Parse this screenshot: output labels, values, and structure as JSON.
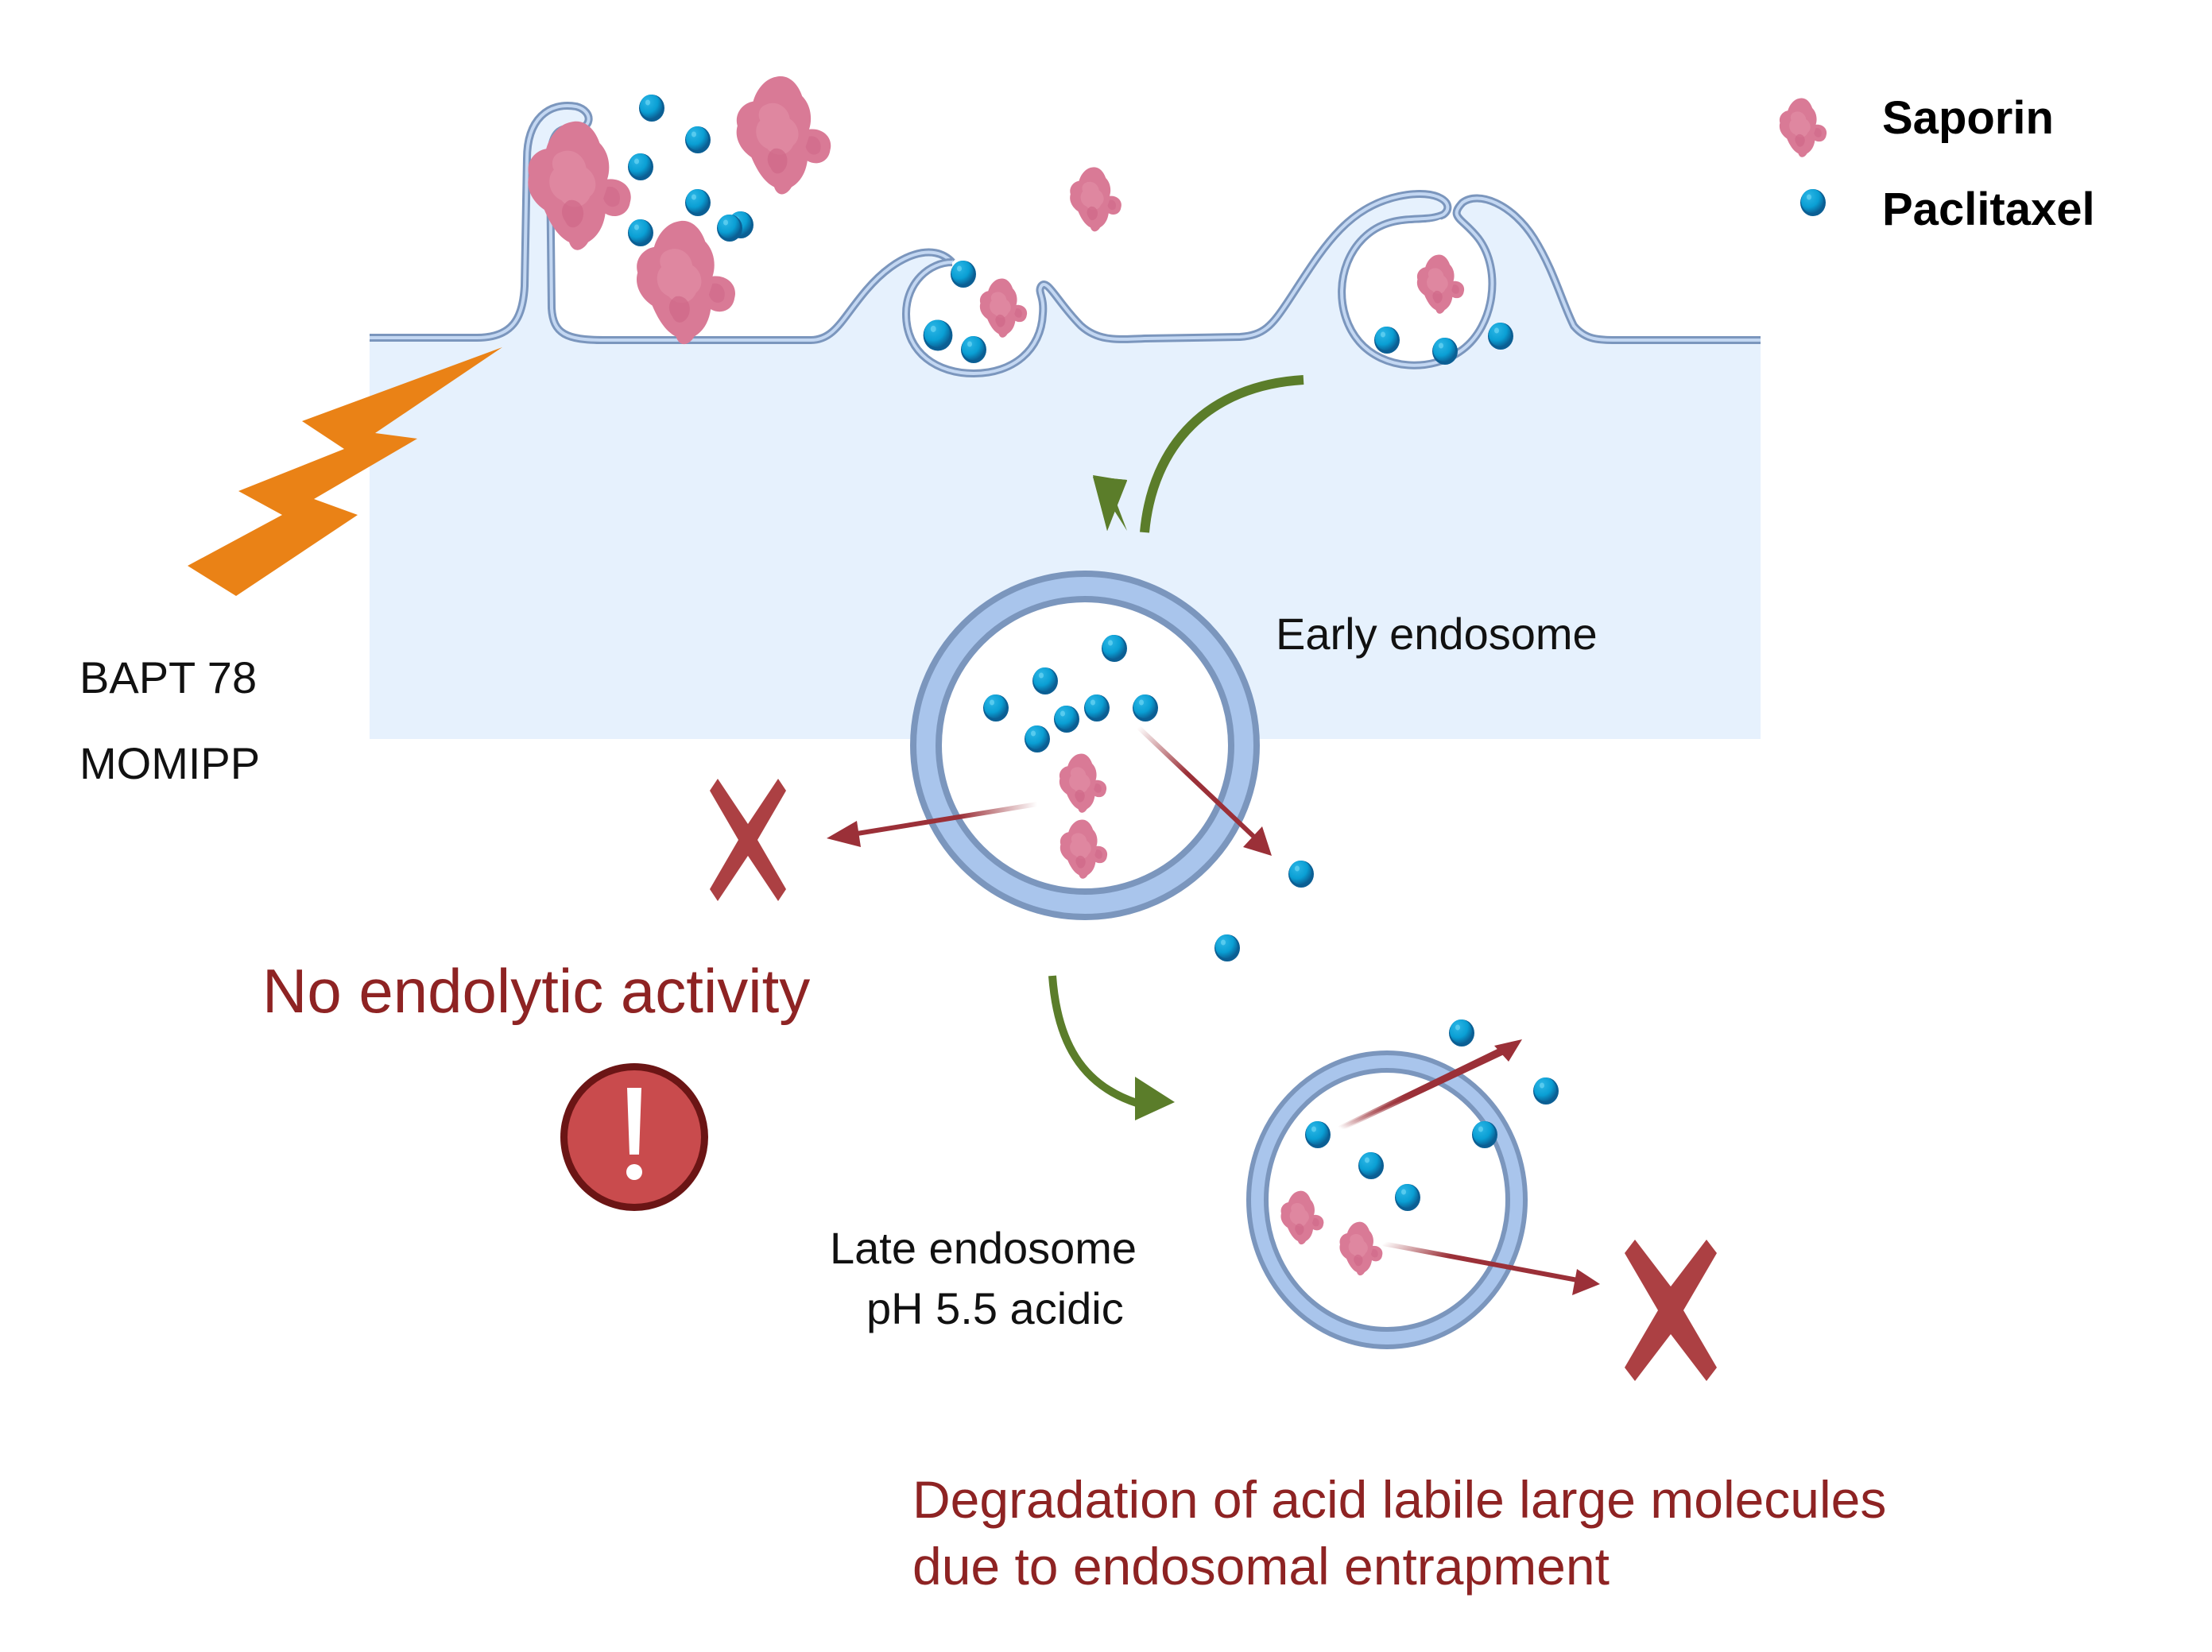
{
  "colors": {
    "cytoplasm": "#e6f1fd",
    "membrane_outer": "#7b96bd",
    "membrane_inner": "#a9c5ec",
    "saporin": "#d97a96",
    "saporin_dark": "#cf6888",
    "paclitaxel": "#0a9fd4",
    "paclitaxel_dark": "#0b5f94",
    "pathway_arrow": "#5b7d2a",
    "release_arrow": "#9b3038",
    "x_mark": "#ac4043",
    "alert_fill": "#c94b4d",
    "alert_border": "#6b1515",
    "lightning": "#ea8216",
    "caption_red": "#8e2323"
  },
  "legend": {
    "items": [
      {
        "label": "Saporin",
        "icon": "saporin-protein-icon"
      },
      {
        "label": "Paclitaxel",
        "icon": "paclitaxel-sphere-icon"
      }
    ]
  },
  "labels": {
    "inhibitor_line1": "BAPT 78",
    "inhibitor_line2": "MOMIPP",
    "early_endosome": "Early endosome",
    "late_endosome_line1": "Late endosome",
    "late_endosome_line2": "pH 5.5 acidic",
    "no_endolytic": "No endolytic activity",
    "degradation": "Degradation of acid labile large molecules\ndue to endosomal entrapment"
  },
  "icons": {
    "lightning": "lightning-bolt-icon",
    "x_mark": "x-mark-icon",
    "alert": "exclamation-alert-icon",
    "alert_glyph": "!"
  }
}
